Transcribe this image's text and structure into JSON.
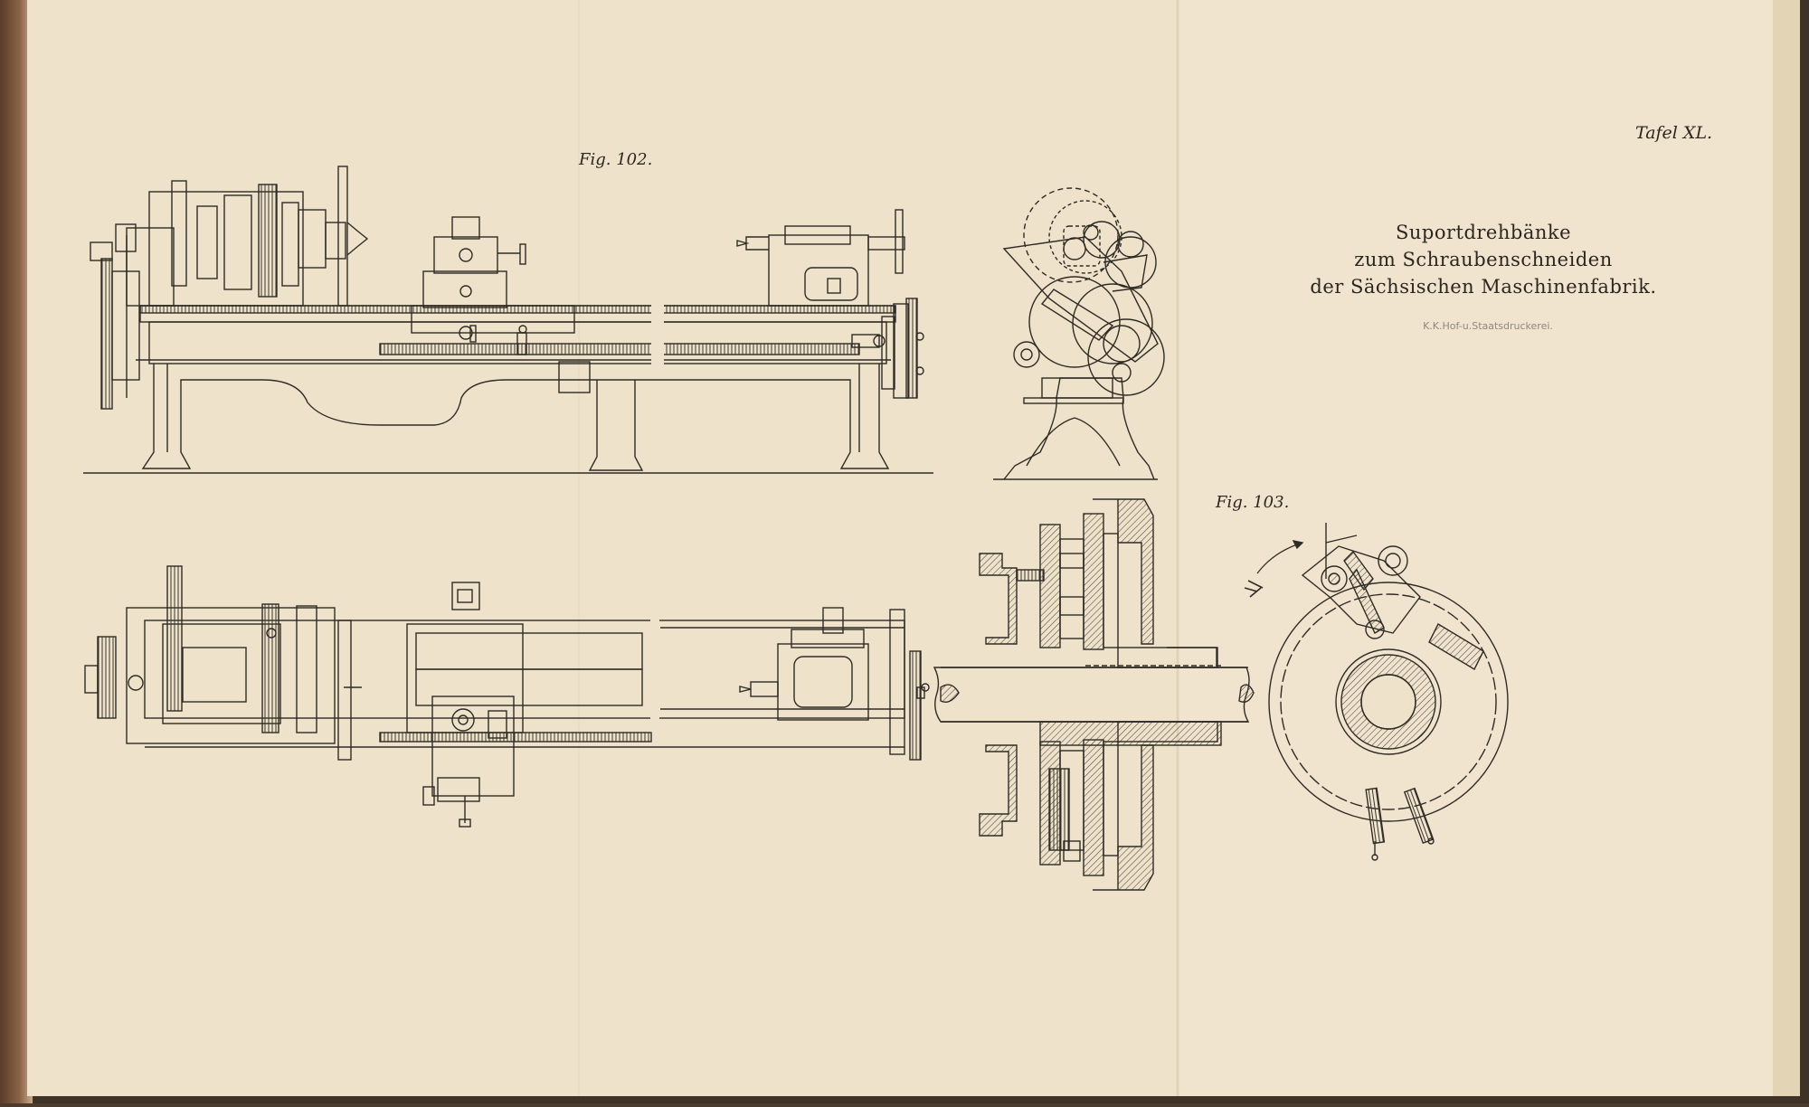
{
  "plate": {
    "number": "Tafel XL.",
    "title_lines": [
      "Suportdrehbänke",
      "zum Schraubenschneiden",
      "der Sächsischen Maschinenfabrik."
    ],
    "printer": "K.K.Hof-u.Staatsdruckerei."
  },
  "figures": [
    {
      "id": "fig102",
      "label": "Fig. 102."
    },
    {
      "id": "fig103",
      "label": "Fig. 103."
    }
  ],
  "colors": {
    "paper": "#efe3cc",
    "paper_edge": "#e6d6ba",
    "ink": "#2f2b25",
    "hatch": "#5a5248",
    "binding": "#6b4a35"
  }
}
